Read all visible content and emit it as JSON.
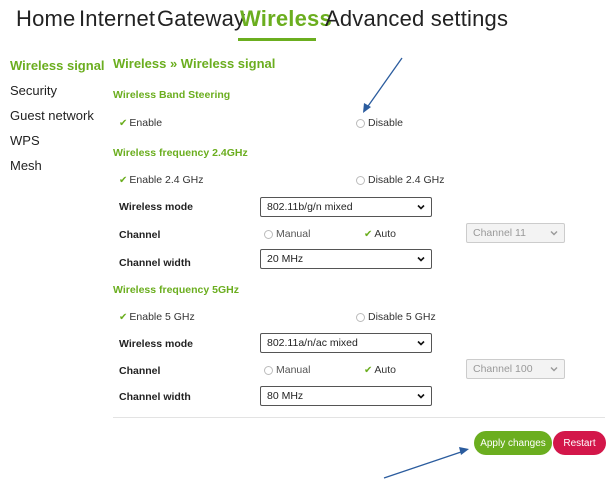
{
  "topnav": {
    "items": [
      {
        "label": "Home"
      },
      {
        "label": "Internet"
      },
      {
        "label": "Gateway"
      },
      {
        "label": "Wireless",
        "active": true
      },
      {
        "label": "Advanced settings"
      }
    ]
  },
  "sidebar": {
    "items": [
      {
        "label": "Wireless signal",
        "active": true
      },
      {
        "label": "Security"
      },
      {
        "label": "Guest network"
      },
      {
        "label": "WPS"
      },
      {
        "label": "Mesh"
      }
    ]
  },
  "breadcrumb": "Wireless » Wireless signal",
  "band_steering": {
    "title": "Wireless Band Steering",
    "enable": "Enable",
    "disable": "Disable",
    "selected": "enable"
  },
  "freq24": {
    "title": "Wireless frequency 2.4GHz",
    "enable": "Enable 2.4 GHz",
    "disable": "Disable 2.4 GHz",
    "mode_label": "Wireless mode",
    "mode_value": "802.11b/g/n mixed",
    "channel_label": "Channel",
    "manual": "Manual",
    "auto": "Auto",
    "channel_value": "Channel 11",
    "width_label": "Channel width",
    "width_value": "20 MHz"
  },
  "freq5": {
    "title": "Wireless frequency 5GHz",
    "enable": "Enable 5 GHz",
    "disable": "Disable 5 GHz",
    "mode_label": "Wireless mode",
    "mode_value": "802.11a/n/ac mixed",
    "channel_label": "Channel",
    "manual": "Manual",
    "auto": "Auto",
    "channel_value": "Channel 100",
    "width_label": "Channel width",
    "width_value": "80 MHz"
  },
  "buttons": {
    "apply": "Apply changes",
    "restart": "Restart"
  },
  "colors": {
    "accent": "#6bae1f",
    "danger": "#d3174a",
    "annotation": "#2b5c9e"
  }
}
